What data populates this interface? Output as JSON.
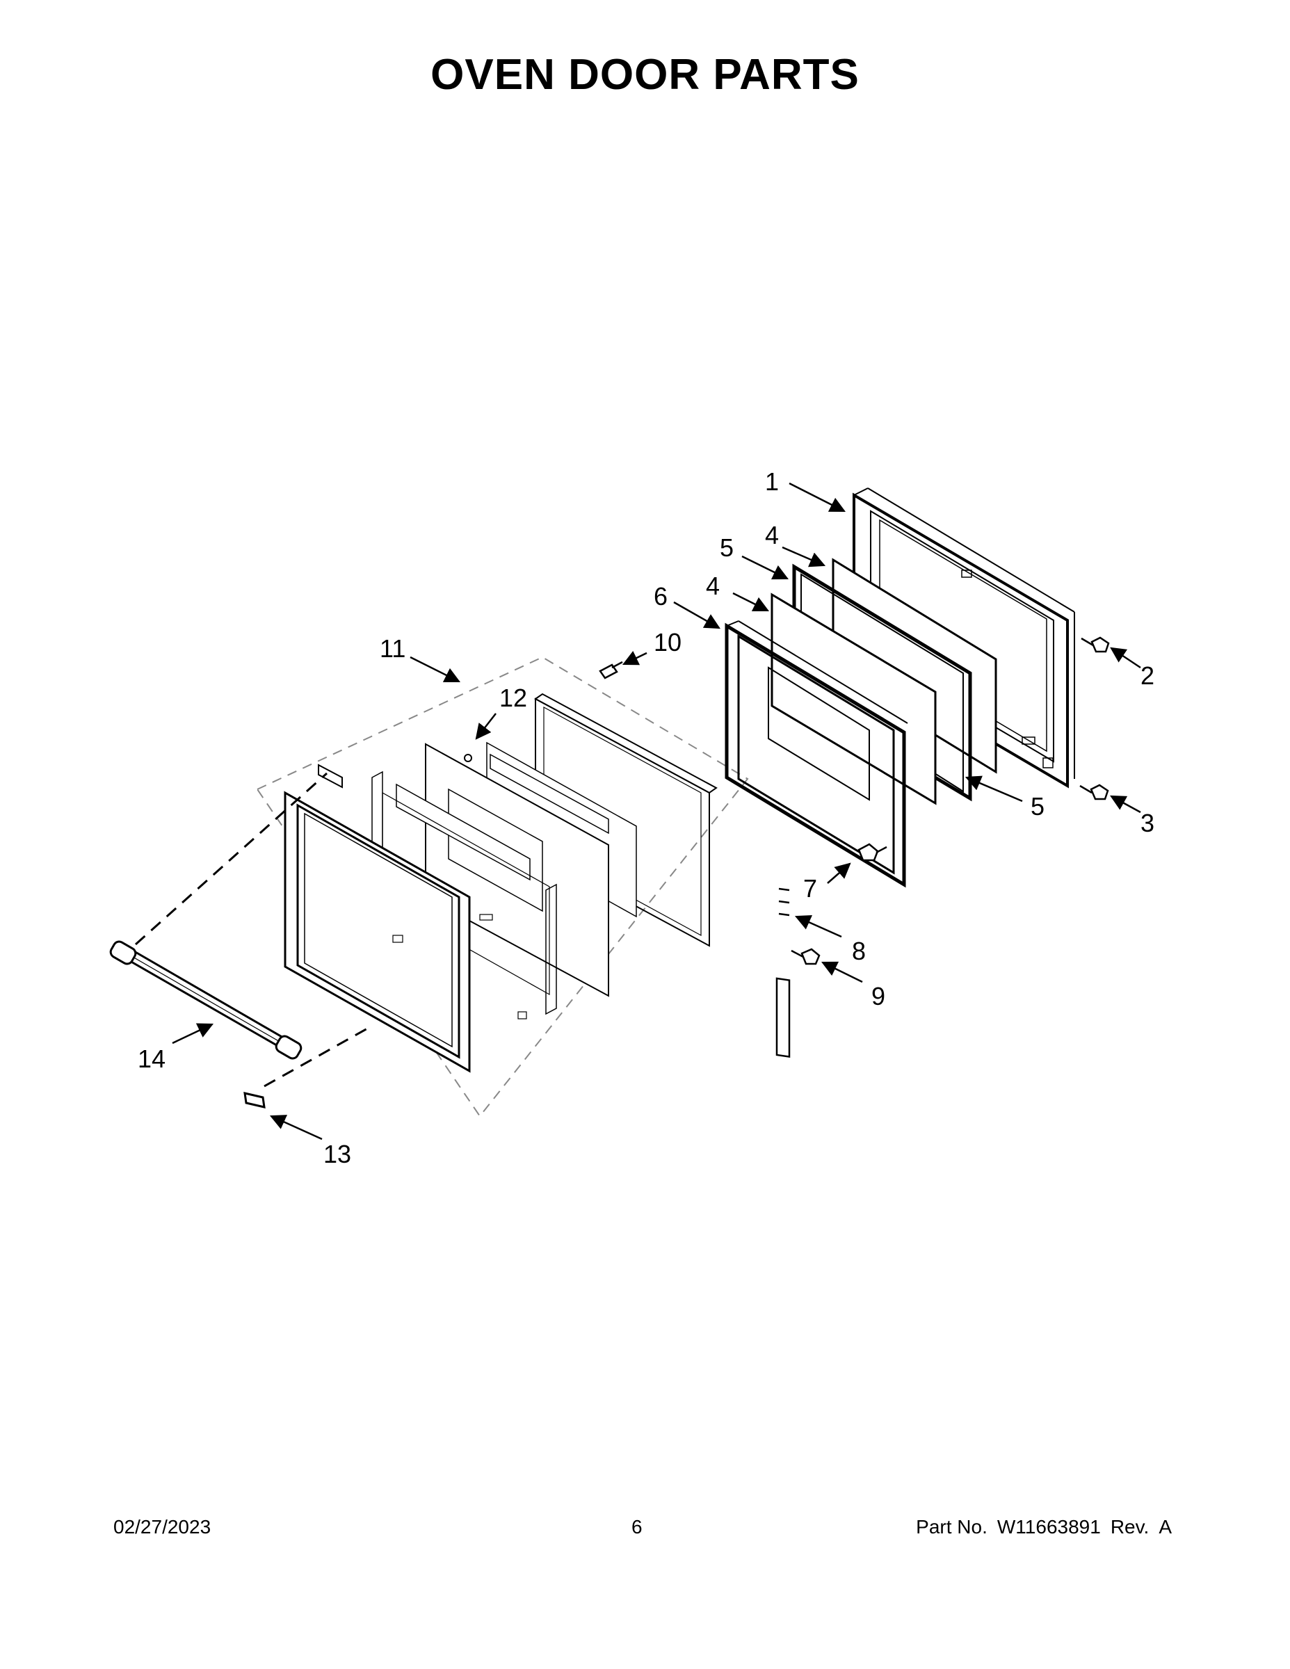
{
  "title": "OVEN DOOR PARTS",
  "callouts": [
    "1",
    "2",
    "3",
    "4",
    "4",
    "5",
    "5",
    "6",
    "7",
    "8",
    "9",
    "10",
    "11",
    "12",
    "13",
    "14"
  ],
  "footer": {
    "date": "02/27/2023",
    "page": "6",
    "part_label": "Part No.",
    "part_number": "W11663891",
    "rev_label": "Rev.",
    "rev": "A"
  }
}
